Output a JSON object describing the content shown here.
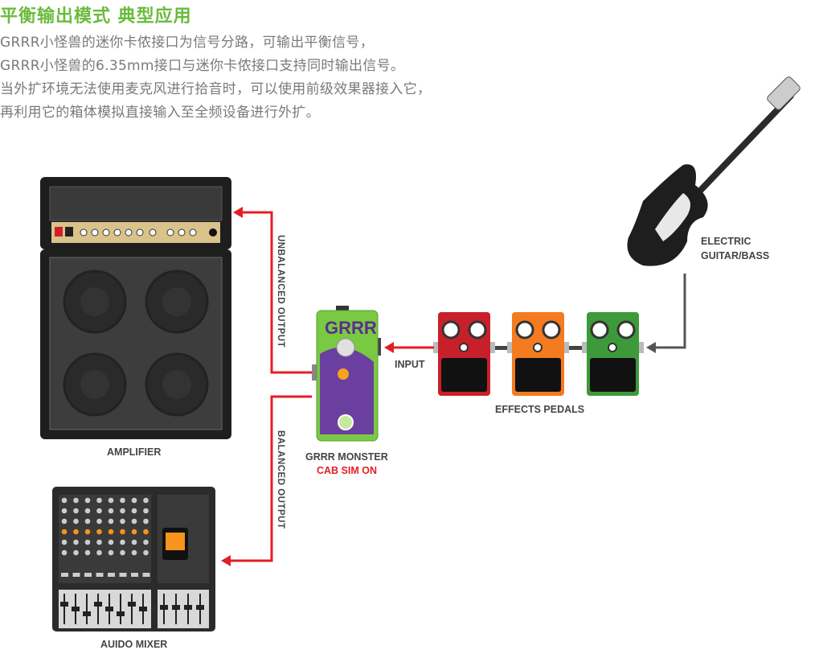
{
  "header": {
    "title": "平衡输出模式 典型应用",
    "lines": [
      "GRRR小怪兽的迷你卡侬接口为信号分路，可输出平衡信号，",
      "GRRR小怪兽的6.35mm接口与迷你卡侬接口支持同时输出信号。",
      "当外扩环境无法使用麦克风进行拾音时，可以使用前级效果器接入它，",
      "再利用它的箱体模拟直接输入至全频设备进行外扩。"
    ]
  },
  "diagram": {
    "amplifier_label": "AMPLIFIER",
    "mixer_label": "AUIDO MIXER",
    "pedal_label": "GRRR MONSTER",
    "pedal_mode": "CAB SIM ON",
    "effects_label": "EFFECTS PEDALS",
    "guitar_label_1": "ELECTRIC",
    "guitar_label_2": "GUITAR/BASS",
    "input_label": "INPUT",
    "unbalanced_label": "UNBALANCED OUTPUT",
    "balanced_label": "BALANCED OUTPUT",
    "pedal_logo": "GRRR"
  },
  "colors": {
    "title": "#6cbb3c",
    "arrow_red": "#e41e26",
    "arrow_grey": "#555555",
    "pedal_red": "#c8202a",
    "pedal_orange": "#f47b20",
    "pedal_green": "#3d9a3a",
    "monster_green": "#7ac943"
  }
}
